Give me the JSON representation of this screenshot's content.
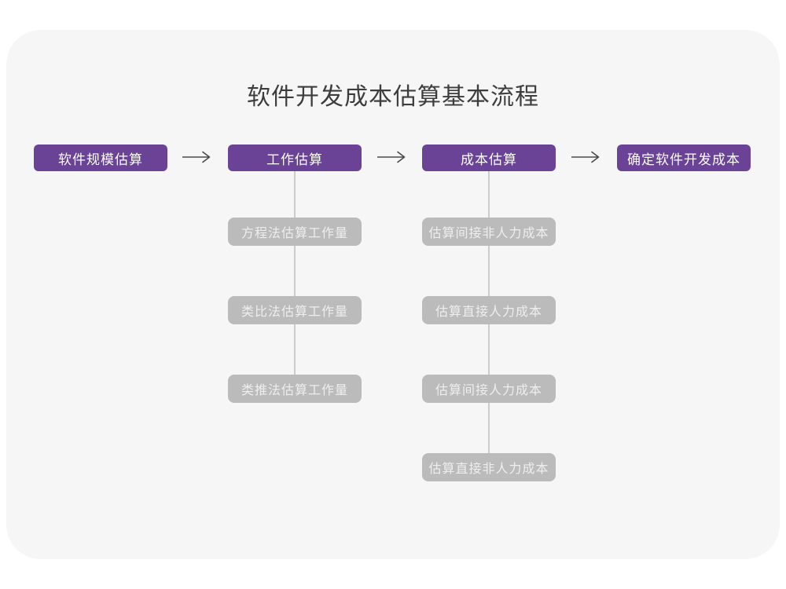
{
  "page": {
    "title": "软件开发成本估算基本流程"
  },
  "colors": {
    "canvas_bg": "#ffffff",
    "card_bg": "#f6f6f6",
    "step_node_bg": "#6a4397",
    "sub_node_bg": "#bbbbbb",
    "connector_line": "#cccccc",
    "arrow_stroke": "#4a4a4a",
    "title_text": "#3d3d3d",
    "node_text": "#ffffff"
  },
  "flow": {
    "steps": [
      {
        "label": "软件规模估算"
      },
      {
        "label": "工作估算"
      },
      {
        "label": "成本估算"
      },
      {
        "label": "确定软件开发成本"
      }
    ]
  },
  "substeps": {
    "work": [
      "方程法估算工作量",
      "类比法估算工作量",
      "类推法估算工作量"
    ],
    "cost": [
      "估算间接非人力成本",
      "估算直接人力成本",
      "估算间接人力成本",
      "估算直接非人力成本"
    ]
  }
}
